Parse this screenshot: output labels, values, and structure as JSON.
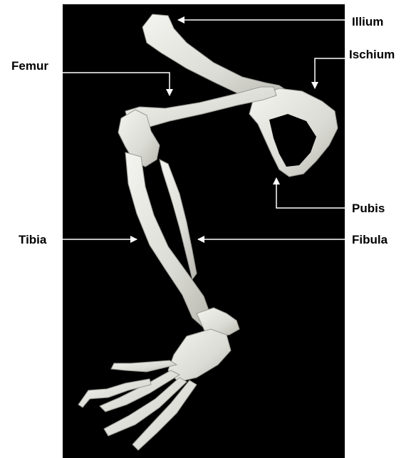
{
  "figure": {
    "background_color": "#000000",
    "bone_color": "#e6e6e2",
    "labels": {
      "illium": "Illium",
      "ischium": "Ischium",
      "femur": "Femur",
      "pubis": "Pubis",
      "tibia": "Tibia",
      "fibula": "Fibula"
    }
  }
}
